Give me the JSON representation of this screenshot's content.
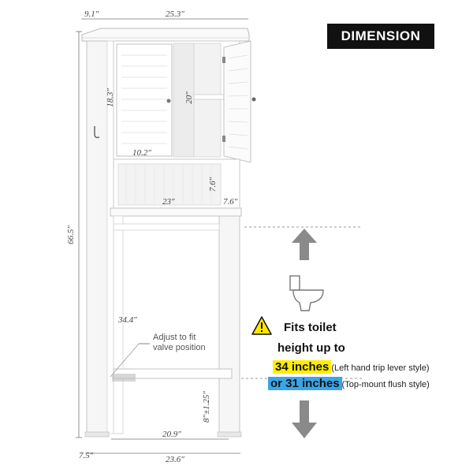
{
  "badge": "DIMENSION",
  "dims": {
    "depth_top": "9.1″",
    "width_top": "25.3″",
    "cabinet_height": "18.3″",
    "shelf_height": "20″",
    "door_width": "10.2″",
    "open_shelf_height": "7.6″",
    "open_shelf_width": "23″",
    "open_shelf_depth": "7.6″",
    "total_height": "66.5″",
    "clearance_height": "34.4″",
    "bar_height": "8″±1.25″",
    "inner_width": "20.9″",
    "depth_bottom": "7.5″",
    "width_bottom": "23.6″"
  },
  "note": {
    "line1": "Adjust to fit",
    "line2": "valve position"
  },
  "info": {
    "line1": "Fits toilet",
    "line2": "height up to",
    "h1": "34 inches",
    "h1_note": "(Left hand trip lever style)",
    "h2": "or 31 inches",
    "h2_note": "(Top-mount flush style)"
  },
  "colors": {
    "yellow": "#ffee00",
    "blue": "#3aa6e8",
    "arrow": "#8a8a8a"
  },
  "icons": [
    "warning-icon",
    "toilet-icon",
    "up-arrow-icon",
    "down-arrow-icon"
  ]
}
